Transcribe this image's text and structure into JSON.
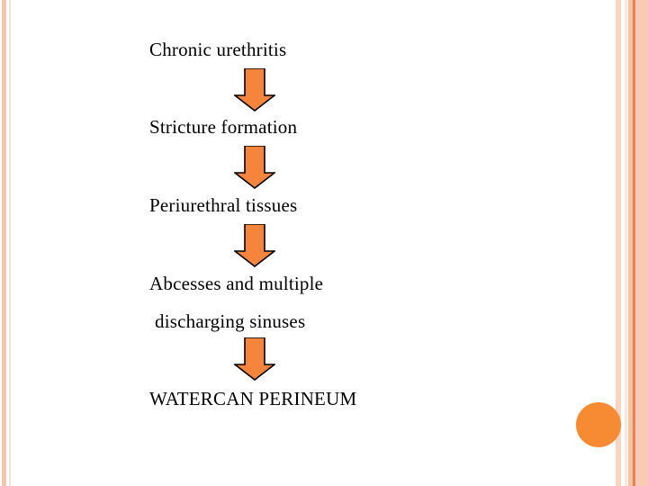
{
  "slide": {
    "background_color": "#ffffff",
    "accent_color": "#f68b33",
    "stripe_colors": {
      "left_outer": "#f7c4ac",
      "left_inner": "#fbe4d8",
      "right_1": "#f9d5c2",
      "right_2": "#fbe7dc",
      "right_3": "#f7c3a9",
      "right_4": "#e8834a",
      "right_5": "#f9cbb4"
    },
    "decoration": {
      "circle_color": "#f68b33",
      "circle_name": "orange-circle-decoration"
    }
  },
  "flow": {
    "title": "",
    "arrow_fill": "#f5853c",
    "arrow_stroke": "#000000",
    "steps": [
      {
        "id": "step-1",
        "label": "Chronic urethritis"
      },
      {
        "id": "step-2",
        "label": "Stricture formation"
      },
      {
        "id": "step-3",
        "label": "Periurethral tissues"
      },
      {
        "id": "step-4",
        "label": "Abcesses and multiple"
      },
      {
        "id": "step-4b",
        "label": " discharging sinuses"
      },
      {
        "id": "step-5",
        "label": "WATERCAN PERINEUM"
      }
    ],
    "arrows": [
      {
        "id": "arrow-1",
        "name": "down-arrow-icon",
        "from": "Chronic urethritis",
        "to": "Stricture formation"
      },
      {
        "id": "arrow-2",
        "name": "down-arrow-icon",
        "from": "Stricture formation",
        "to": "Periurethral tissues"
      },
      {
        "id": "arrow-3",
        "name": "down-arrow-icon",
        "from": "Periurethral tissues",
        "to": "Abcesses and multiple discharging sinuses"
      },
      {
        "id": "arrow-4",
        "name": "down-arrow-icon",
        "from": "Abcesses and multiple discharging sinuses",
        "to": "WATERCAN PERINEUM"
      }
    ]
  }
}
